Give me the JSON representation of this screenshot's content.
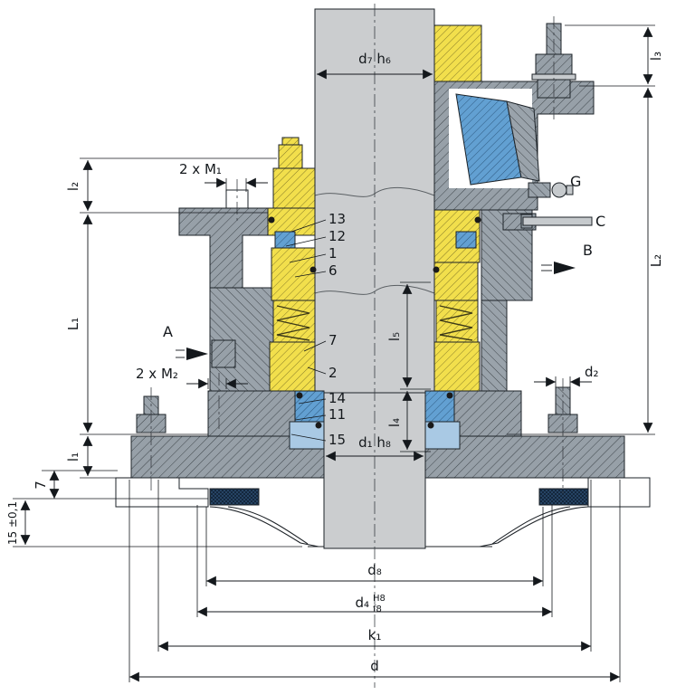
{
  "dimensions": {
    "shaft_top": "d₇ h₆",
    "shaft_lower": "d₁ h₈",
    "l1": "l₁",
    "l2": "l₂",
    "l3": "l₃",
    "l4": "l₄",
    "l5": "l₅",
    "L1": "L₁",
    "L2": "L₂",
    "d": "d",
    "d2": "d₂",
    "d8": "d₈",
    "k1": "k₁",
    "d4": "d₄",
    "d4_tol_upper": "H8",
    "d4_tol_lower": "f8",
    "m1": "2 x M₁",
    "m2": "2 x M₂",
    "seven": "7",
    "fifteen": "15 ±0,1"
  },
  "connections": {
    "a": "A",
    "b": "B",
    "c": "C",
    "g": "G"
  },
  "callouts": [
    "13",
    "12",
    "1",
    "6",
    "7",
    "2",
    "14",
    "11",
    "15"
  ],
  "colors": {
    "steel": "#97a0a8",
    "yellow": "#f2df4c",
    "blue": "#62a0d2",
    "blue_light": "#a9c9e4",
    "dark_seal": "#2a4a6e",
    "shaft": "#cbcdcf",
    "line": "#14181c"
  }
}
